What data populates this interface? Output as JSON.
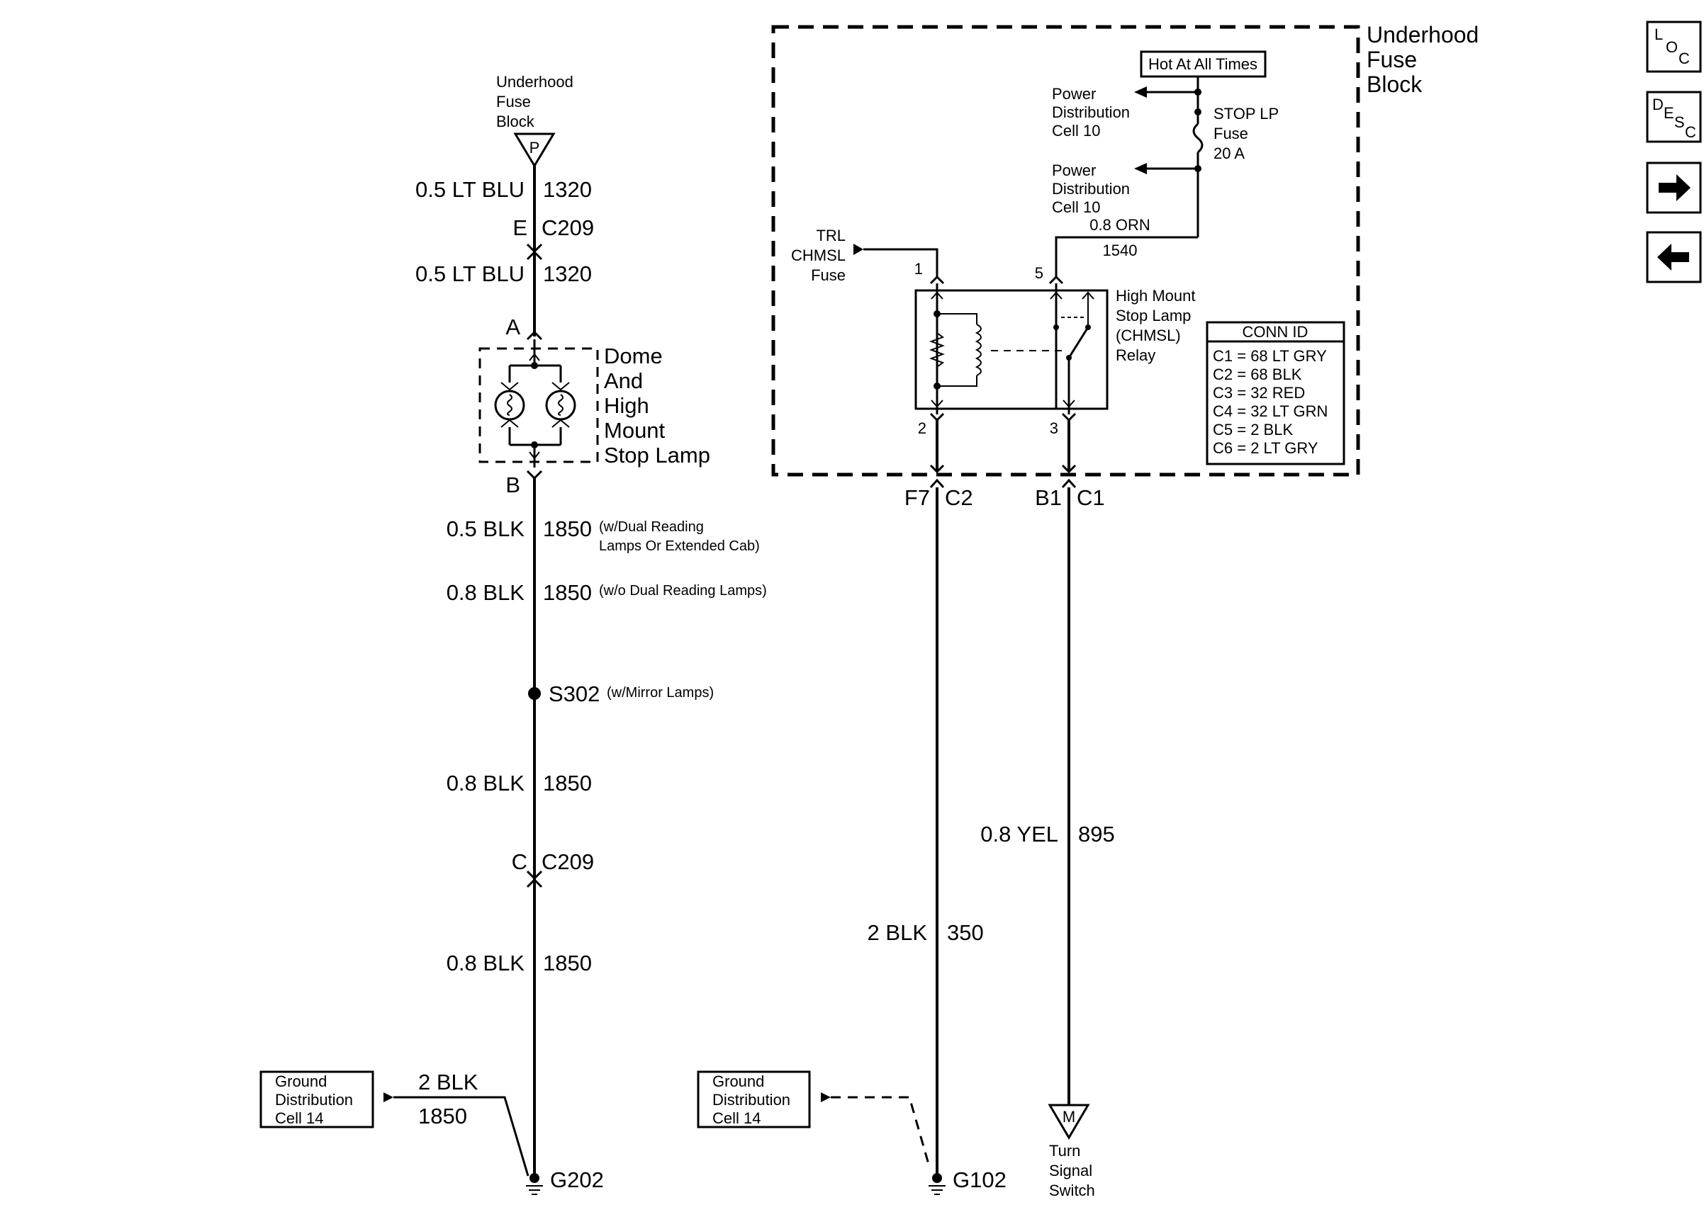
{
  "left_circuit": {
    "fuse_block_label": [
      "Underhood",
      "Fuse",
      "Block"
    ],
    "fuse_block_pin": "P",
    "wire_top": {
      "gauge_color": "0.5 LT BLU",
      "circuit": "1320"
    },
    "connector_e": {
      "pin": "E",
      "id": "C209"
    },
    "wire_mid": {
      "gauge_color": "0.5 LT BLU",
      "circuit": "1320"
    },
    "lamp_pin_a": "A",
    "lamp_label": [
      "Dome",
      "And",
      "High",
      "Mount",
      "Stop Lamp"
    ],
    "lamp_pin_b": "B",
    "wire_b1": {
      "gauge_color": "0.5 BLK",
      "circuit": "1850",
      "note": [
        "(w/Dual Reading",
        "Lamps Or Extended Cab)"
      ]
    },
    "wire_b2": {
      "gauge_color": "0.8 BLK",
      "circuit": "1850",
      "note": "(w/o Dual Reading Lamps)"
    },
    "splice": {
      "id": "S302",
      "note": "(w/Mirror Lamps)"
    },
    "wire_c1": {
      "gauge_color": "0.8 BLK",
      "circuit": "1850"
    },
    "connector_c": {
      "pin": "C",
      "id": "C209"
    },
    "wire_c2": {
      "gauge_color": "0.8 BLK",
      "circuit": "1850"
    },
    "ground_box": [
      "Ground",
      "Distribution",
      "Cell 14"
    ],
    "ground_wire": {
      "gauge_color": "2 BLK",
      "circuit": "1850"
    },
    "ground": "G202"
  },
  "fuse_block": {
    "title": [
      "Underhood",
      "Fuse",
      "Block"
    ],
    "hot_label": "Hot At All Times",
    "power_cell_top": [
      "Power",
      "Distribution",
      "Cell 10"
    ],
    "power_cell_bottom": [
      "Power",
      "Distribution",
      "Cell 10"
    ],
    "fuse_label": [
      "STOP LP",
      "Fuse",
      "20 A"
    ],
    "internal_wire": {
      "gauge_color": "0.8 ORN",
      "circuit": "1540"
    },
    "trl_fuse": [
      "TRL",
      "CHMSL",
      "Fuse"
    ],
    "relay_pins": [
      "1",
      "5",
      "2",
      "3"
    ],
    "relay_label": [
      "High Mount",
      "Stop Lamp",
      "(CHMSL)",
      "Relay"
    ],
    "conn_id": {
      "title": "CONN ID",
      "rows": [
        "C1 = 68 LT GRY",
        "C2 = 68 BLK",
        "C3 = 32 RED",
        "C4 = 32 LT GRN",
        "C5 = 2 BLK",
        "C6 = 2 LT GRY"
      ]
    }
  },
  "right_circuits": {
    "conn_f7": {
      "pin": "F7",
      "id": "C2"
    },
    "conn_b1": {
      "pin": "B1",
      "id": "C1"
    },
    "wire_yel": {
      "gauge_color": "0.8 YEL",
      "circuit": "895"
    },
    "wire_blk": {
      "gauge_color": "2 BLK",
      "circuit": "350"
    },
    "ground_box": [
      "Ground",
      "Distribution",
      "Cell 14"
    ],
    "ground": "G102",
    "switch_pin": "M",
    "switch_label": [
      "Turn",
      "Signal",
      "Switch"
    ]
  },
  "nav": {
    "loc": [
      "L",
      "O",
      "C"
    ],
    "desc": [
      "D",
      "E",
      "S",
      "C"
    ],
    "forward_icon": "arrow-right-icon",
    "back_icon": "arrow-left-icon"
  }
}
